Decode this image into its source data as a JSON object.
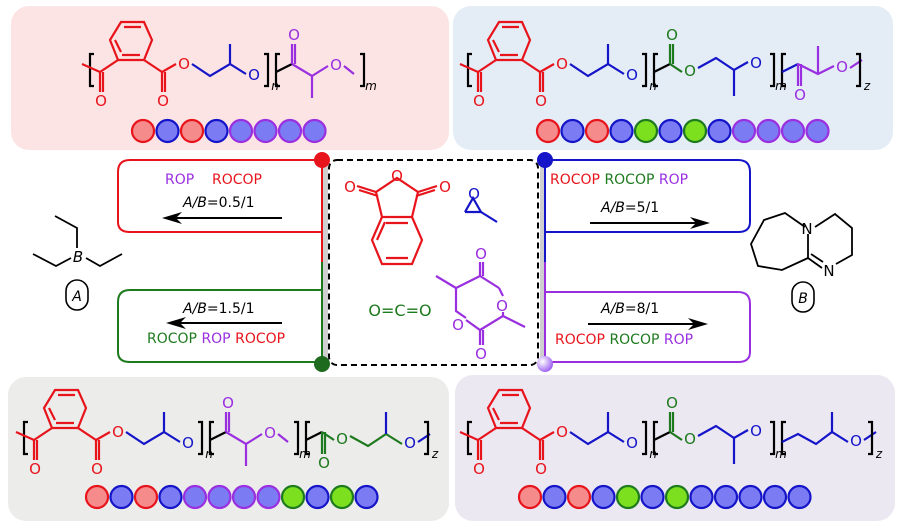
{
  "colors": {
    "red": "#e8141c",
    "blue": "#1414c8",
    "green": "#1e7a1e",
    "purple": "#9a2fe0",
    "black": "#000000",
    "bead_red_fill": "#f68b8b",
    "bead_blue_fill": "#7b7bf3",
    "bead_green_fill": "#7de01e",
    "panel_top_left": "#fde4e4",
    "panel_top_right": "#e4ecf6",
    "panel_bottom_left": "#ececea",
    "panel_bottom_right": "#ece8f2"
  },
  "monomers": {
    "phthalic_anhydride": "phthalic anhydride",
    "propylene_oxide": "propylene oxide",
    "lactide": "lactide",
    "co2": {
      "label": "O=C=O"
    }
  },
  "catalysts": {
    "A": {
      "label": "A",
      "atom": "B",
      "name": "triethylborane"
    },
    "B": {
      "label": "B",
      "atoms": [
        "N",
        "N"
      ],
      "name": "DBU"
    }
  },
  "routes": {
    "top_left": {
      "ratio_prefix": "A/B",
      "ratio_value": "=0.5/1",
      "steps": [
        {
          "text": "ROP",
          "color": "purple"
        },
        {
          "text": "ROCOP",
          "color": "red"
        }
      ],
      "direction": "left"
    },
    "bottom_left": {
      "ratio_prefix": "A/B",
      "ratio_value": "=1.5/1",
      "steps": [
        {
          "text": "ROCOP",
          "color": "green"
        },
        {
          "text": "ROP",
          "color": "purple"
        },
        {
          "text": "ROCOP",
          "color": "red"
        }
      ],
      "direction": "left"
    },
    "top_right": {
      "ratio_prefix": "A/B",
      "ratio_value": "=5/1",
      "steps": [
        {
          "text": "ROCOP",
          "color": "red"
        },
        {
          "text": "ROCOP",
          "color": "green"
        },
        {
          "text": "ROP",
          "color": "purple"
        }
      ],
      "direction": "right"
    },
    "bottom_right": {
      "ratio_prefix": "A/B",
      "ratio_value": "=8/1",
      "steps": [
        {
          "text": "ROCOP",
          "color": "red"
        },
        {
          "text": "ROCOP",
          "color": "green"
        },
        {
          "text": "ROP",
          "color": "purple"
        }
      ],
      "direction": "right"
    }
  },
  "polymers": {
    "top_left": {
      "subscripts": [
        "n",
        "m"
      ],
      "beads": [
        "red",
        "blue",
        "red",
        "blue",
        "purple",
        "purple",
        "purple",
        "purple"
      ]
    },
    "top_right": {
      "subscripts": [
        "n",
        "m",
        "z"
      ],
      "beads": [
        "red",
        "blue",
        "red",
        "blue",
        "green",
        "blue",
        "green",
        "blue",
        "purple",
        "purple",
        "purple",
        "purple"
      ]
    },
    "bottom_left": {
      "subscripts": [
        "n",
        "m",
        "z"
      ],
      "beads": [
        "red",
        "blue",
        "red",
        "blue",
        "purple",
        "purple",
        "purple",
        "purple",
        "green",
        "blue",
        "green",
        "blue"
      ]
    },
    "bottom_right": {
      "subscripts": [
        "n",
        "m",
        "z"
      ],
      "beads": [
        "red",
        "blue",
        "red",
        "blue",
        "green",
        "blue",
        "green",
        "blue",
        "blue",
        "blue",
        "blue",
        "blue"
      ]
    }
  },
  "atoms": {
    "O": "O",
    "N": "N",
    "B": "B"
  }
}
